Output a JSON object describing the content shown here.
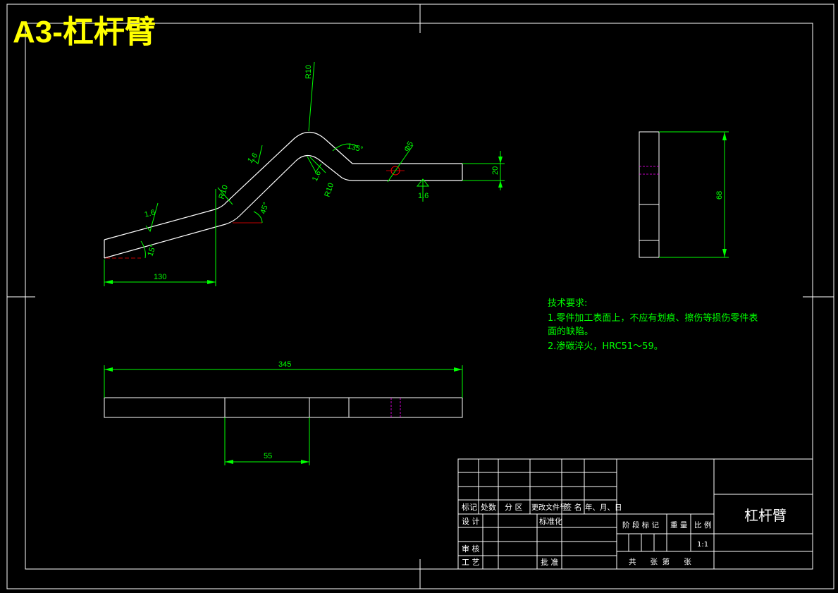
{
  "sheet_title": "A3-杠杆臂",
  "part_name": "杠杆臂",
  "colors": {
    "background": "#000000",
    "outline": "#ffffff",
    "dimension": "#00ff00",
    "title": "#ffff00",
    "centerline": "#ff0000",
    "hidden": "#ff00ff"
  },
  "dimensions": {
    "top_radius": "R10",
    "radius_upper": "R10",
    "radius_left": "R10",
    "angle_upper": "135°",
    "bend_angle": "45°",
    "base_angle": "15°",
    "hole": "Φ5",
    "thickness": "20",
    "span_left": "130",
    "total_length": "345",
    "span_55": "55",
    "side_height": "68"
  },
  "roughness": {
    "r1": "1.6",
    "r2": "1.6",
    "r3": "1.6",
    "r4": "1.6"
  },
  "tech_requirements": {
    "heading": "技术要求:",
    "line1": "1.零件加工表面上，不应有划痕、擦伤等损伤零件表",
    "line2": "面的缺陷。",
    "line3": "2.渗碳淬火，HRC51～59。"
  },
  "title_block": {
    "col_mark": "标记",
    "col_count": "处数",
    "col_zone": "分 区",
    "col_doc": "更改文件号",
    "col_sign": "签 名",
    "col_date": "年、月、日",
    "design": "设 计",
    "standard": "标准化",
    "stage_mark": "阶 段 标 记",
    "weight": "重 量",
    "scale_label": "比 例",
    "check": "审 核",
    "process": "工 艺",
    "approve": "批 准",
    "scale_value": "1:1",
    "sheets": "共      张  第      张"
  }
}
